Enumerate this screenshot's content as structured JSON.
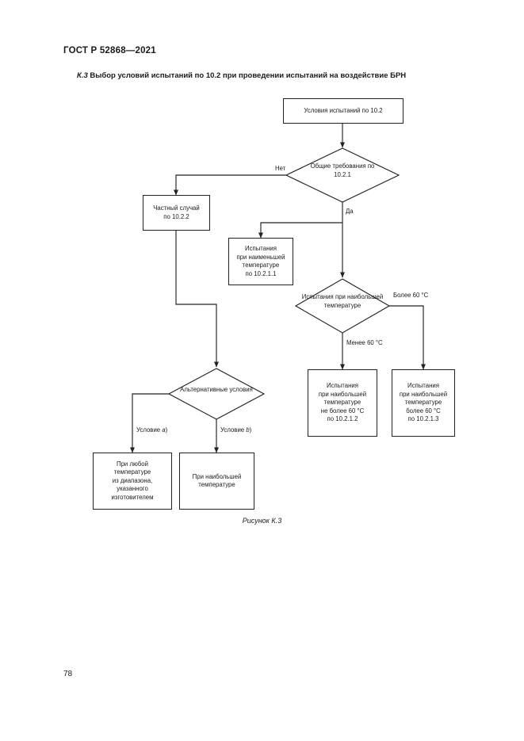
{
  "document": {
    "header": "ГОСТ Р 52868—2021",
    "section_title_prefix": "К.3",
    "section_title": "Выбор условий испытаний по 10.2 при проведении испытаний на воздействие БРН",
    "figure_caption": "Рисунок К.3",
    "page_number": "78"
  },
  "flowchart": {
    "type": "flowchart",
    "nodes": {
      "start": {
        "shape": "rect",
        "text": "Условия испытаний по 10.2"
      },
      "decision_general": {
        "shape": "diamond",
        "line1": "Общие",
        "line2": "требования",
        "line3": "по 10.2.1"
      },
      "special_case": {
        "shape": "rect",
        "line1": "Частный случай",
        "line2": "по 10.2.2"
      },
      "lowest_temp": {
        "shape": "rect",
        "line1": "Испытания",
        "line2": "при наименьшей",
        "line3": "температуре",
        "line4": "по 10.2.1.1"
      },
      "decision_highest_temp": {
        "shape": "diamond",
        "line1": "Испытания",
        "line2": "при наибольшей",
        "line3": "температуре"
      },
      "highest_not_more_60": {
        "shape": "rect",
        "line1": "Испытания",
        "line2": "при наибольшей",
        "line3": "температуре",
        "line4": "не более 60 °С",
        "line5": "по 10.2.1.2"
      },
      "highest_more_60": {
        "shape": "rect",
        "line1": "Испытания",
        "line2": "при наибольшей",
        "line3": "температуре",
        "line4": "более 60 °С",
        "line5": "по 10.2.1.3"
      },
      "decision_alternative": {
        "shape": "diamond",
        "line1": "Альтернативные",
        "line2": "условия"
      },
      "any_temp_range": {
        "shape": "rect",
        "line1": "При любой",
        "line2": "температуре",
        "line3": "из диапазона,",
        "line4": "указанного",
        "line5": "изготовителем"
      },
      "at_highest_temp": {
        "shape": "rect",
        "line1": "При наибольшей",
        "line2": "температуре"
      }
    },
    "edge_labels": {
      "no": "Нет",
      "yes": "Да",
      "more_60": "Более 60 °С",
      "less_60": "Менее 60 °С",
      "condition_a_prefix": "Условие ",
      "condition_a_letter": "a",
      "condition_a_suffix": ")",
      "condition_b_prefix": "Условие ",
      "condition_b_letter": "b",
      "condition_b_suffix": ")"
    },
    "colors": {
      "line": "#222222",
      "box_fill": "#ffffff",
      "text": "#1a1a1a"
    }
  }
}
